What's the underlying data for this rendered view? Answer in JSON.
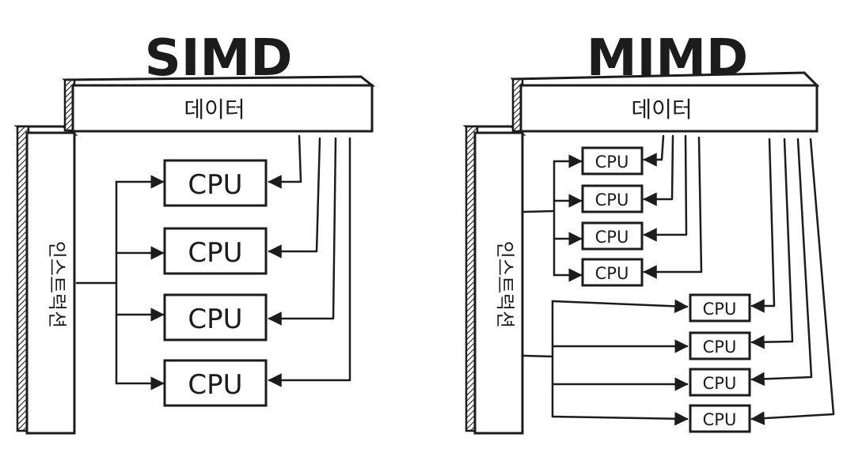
{
  "panels": [
    {
      "title": "SIMD",
      "data_bus_label": "데이터",
      "instruction_bus_label": "인스트럭션",
      "cpus": [
        "CPU",
        "CPU",
        "CPU",
        "CPU"
      ],
      "instruction_streams": 1,
      "data_streams": 4
    },
    {
      "title": "MIMD",
      "data_bus_label": "데이터",
      "instruction_bus_label": "인스트럭션",
      "cpu_groups": [
        {
          "cpus": [
            "CPU",
            "CPU",
            "CPU",
            "CPU"
          ]
        },
        {
          "cpus": [
            "CPU",
            "CPU",
            "CPU",
            "CPU"
          ]
        }
      ],
      "instruction_streams": 2,
      "data_streams": 8
    }
  ],
  "colors": {
    "ink": "#1c1c1c",
    "background": "#ffffff"
  }
}
